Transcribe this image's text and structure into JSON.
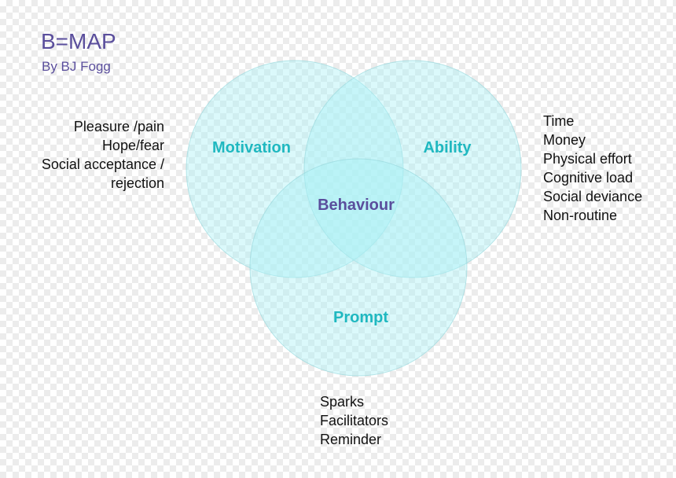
{
  "title": "B=MAP",
  "subtitle": "By BJ Fogg",
  "colors": {
    "accent": "#1fb8c0",
    "brand": "#5a4e9c",
    "circle_fill": "#aaf0f5"
  },
  "circles": {
    "motivation": {
      "label": "Motivation",
      "items": [
        "Pleasure /pain",
        "Hope/fear",
        "Social acceptance /",
        "rejection"
      ]
    },
    "ability": {
      "label": "Ability",
      "items": [
        "Time",
        "Money",
        "Physical effort",
        "Cognitive load",
        "Social deviance",
        "Non-routine"
      ]
    },
    "prompt": {
      "label": "Prompt",
      "items": [
        "Sparks",
        "Facilitators",
        "Reminder"
      ]
    }
  },
  "center": {
    "label": "Behaviour"
  }
}
